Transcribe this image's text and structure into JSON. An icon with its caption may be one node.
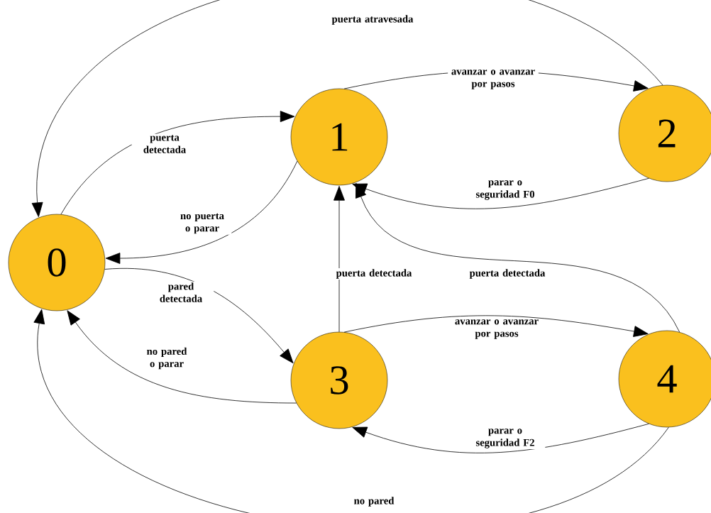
{
  "diagram": {
    "nodes": [
      {
        "text": [
          "0"
        ]
      },
      {
        "text": [
          "1"
        ]
      },
      {
        "text": [
          "2"
        ]
      },
      {
        "text": [
          "3"
        ]
      },
      {
        "text": [
          "4"
        ]
      }
    ],
    "edges": [
      {
        "from": 2,
        "to": 0,
        "arrow": "to",
        "label": "puerta atravesada"
      },
      {
        "from": 1,
        "to": 2,
        "arrow": "to",
        "label": "avanzar o avanzar por pasos"
      },
      {
        "from": 0,
        "to": 1,
        "arrow": "to",
        "label": "puerta detectada"
      },
      {
        "from": 1,
        "to": 0,
        "arrow": "to",
        "label": "no puerta o parar"
      },
      {
        "from": 2,
        "to": 1,
        "arrow": "to",
        "label": "parar o seguridad F0"
      },
      {
        "from": 3,
        "to": 1,
        "arrow": "to",
        "label": "puerta detectada"
      },
      {
        "from": 4,
        "to": 1,
        "arrow": "to",
        "label": "puerta detectada"
      },
      {
        "from": 0,
        "to": 3,
        "arrow": "to",
        "label": "pared detectada"
      },
      {
        "from": 3,
        "to": 0,
        "arrow": "to",
        "label": "no pared o parar"
      },
      {
        "from": 3,
        "to": 4,
        "arrow": "to",
        "label": "avanzar o avanzar por pasos"
      },
      {
        "from": 4,
        "to": 3,
        "arrow": "to",
        "label": "parar o seguridad F2"
      },
      {
        "from": 4,
        "to": 0,
        "arrow": "to",
        "label": "no pared"
      }
    ]
  }
}
